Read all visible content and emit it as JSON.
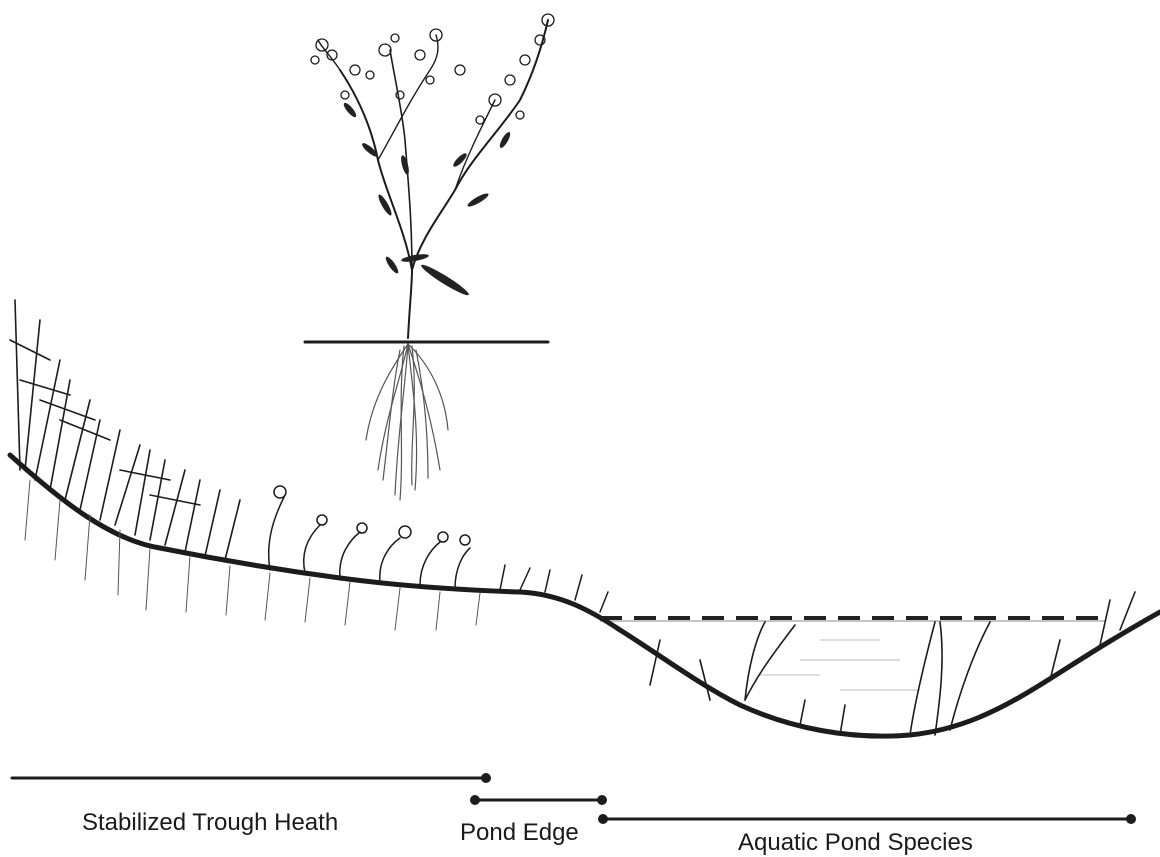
{
  "zones": [
    {
      "label": "Stabilized Trough Heath"
    },
    {
      "label": "Pond Edge"
    },
    {
      "label": "Aquatic Pond Species"
    }
  ]
}
